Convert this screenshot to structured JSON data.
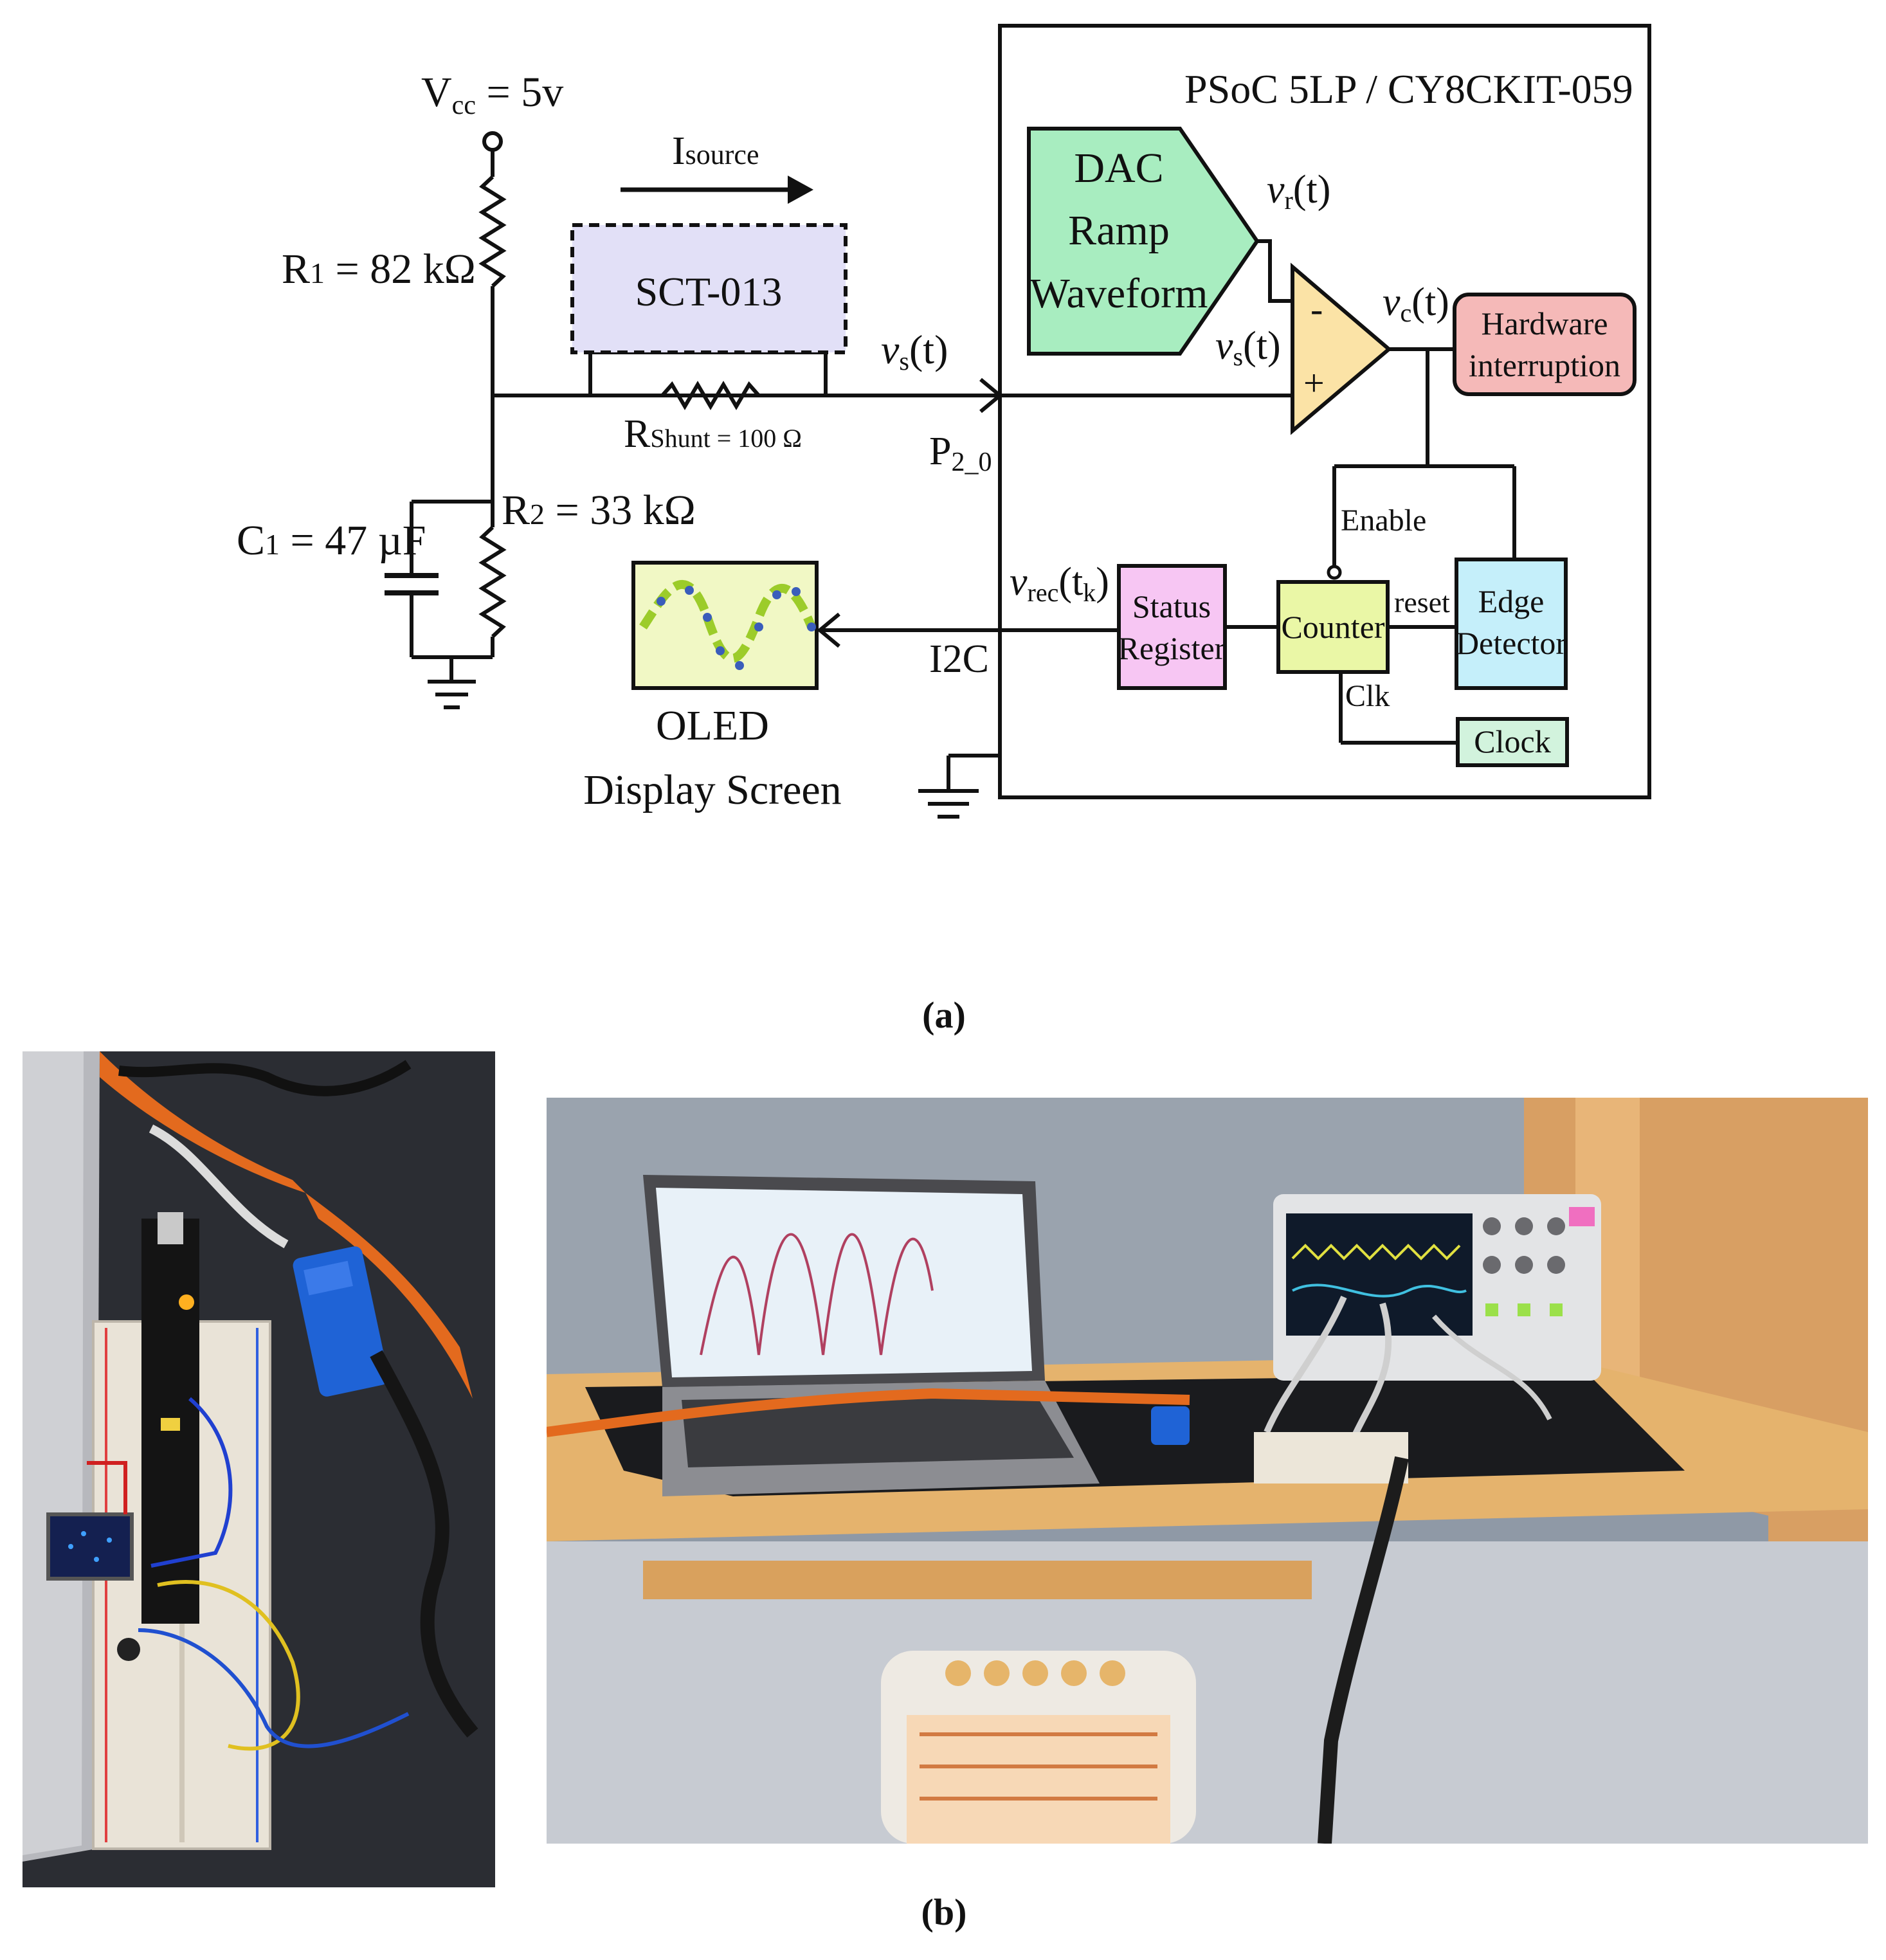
{
  "circuit": {
    "vcc_label": "V",
    "vcc_sub": "cc",
    "vcc_value": " = 5v",
    "isource_label": "I",
    "isource_sub": "source",
    "r1_label": "R",
    "r1_sub": "1",
    "r1_value": " = 82 kΩ",
    "sct_label": "SCT-013",
    "rshunt_label": "R",
    "rshunt_sub": "Shunt = 100 Ω",
    "r2_label": "R",
    "r2_sub": "2",
    "r2_value": " = 33 kΩ",
    "c1_label": "C",
    "c1_sub": "1",
    "c1_value": " = 47 µF",
    "vs_out": {
      "v": "v",
      "sub": "s",
      "arg": "(t)"
    },
    "p20_label": "P",
    "p20_sub": "2_0",
    "i2c_label": "I2C",
    "oled_line1": "OLED",
    "oled_line2": "Display Screen",
    "vrec": {
      "v": "v",
      "sub": "rec",
      "arg1": "(t",
      "argsub": "k",
      "arg2": ")"
    }
  },
  "psoc": {
    "title": "PSoC 5LP  / CY8CKIT-059",
    "dac_lines": [
      "DAC",
      "Ramp",
      "Waveform"
    ],
    "vr": {
      "v": "v",
      "sub": "r",
      "arg": "(t)"
    },
    "vs": {
      "v": "v",
      "sub": "s",
      "arg": "(t)"
    },
    "vc": {
      "v": "v",
      "sub": "c",
      "arg": "(t)"
    },
    "minus": "-",
    "plus": "+",
    "hw_lines": [
      "Hardware",
      "interruption"
    ],
    "enable_label": "Enable",
    "status_lines": [
      "Status",
      "Register"
    ],
    "counter_label": "Counter",
    "reset_label": "reset",
    "edge_lines": [
      "Edge",
      "Detector"
    ],
    "clk_label": "Clk",
    "clock_label": "Clock"
  },
  "captions": {
    "a": "(a)",
    "b": "(b)"
  },
  "colors": {
    "dac_fill": "#a8edc0",
    "comparator_fill": "#fbe3a6",
    "hw_fill": "#f5b9b8",
    "status_fill": "#f7c6f3",
    "counter_fill": "#eaf7a6",
    "edge_fill": "#c5effa",
    "clock_fill": "#d2f3dd",
    "sct_fill": "#e2e0f7",
    "oled_fill": "#f1f8c5",
    "oled_wave": "#9ccc2a",
    "oled_dots": "#3a5dbb"
  }
}
